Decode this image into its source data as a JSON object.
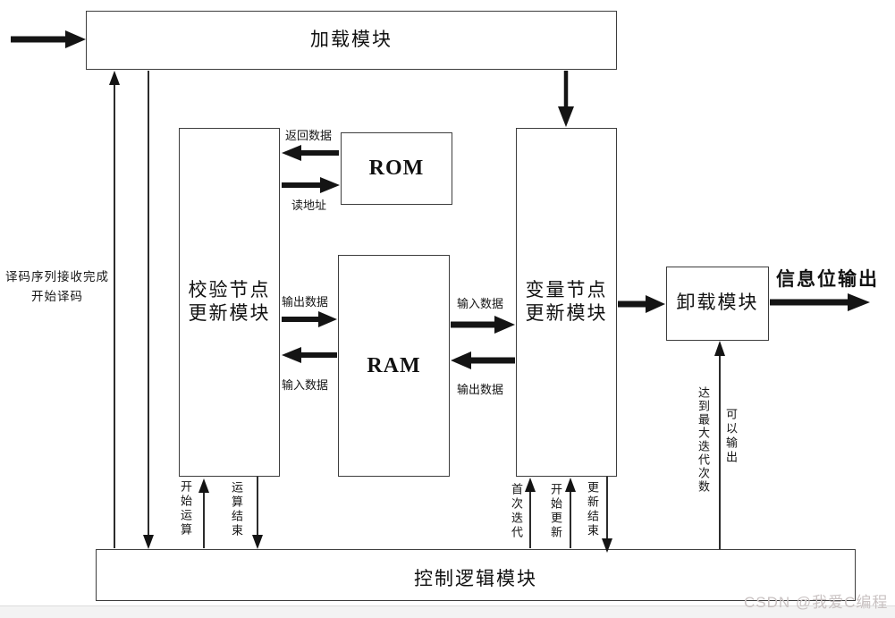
{
  "diagram": {
    "modules": {
      "load": "加载模块",
      "check_line1": "校验节点",
      "check_line2": "更新模块",
      "rom": "ROM",
      "ram": "RAM",
      "variable_line1": "变量节点",
      "variable_line2": "更新模块",
      "unload": "卸载模块",
      "control": "控制逻辑模块"
    },
    "labels": {
      "input_note_line1": "译码序列接收完成",
      "input_note_line2": "开始译码",
      "rom_return_data": "返回数据",
      "rom_read_addr": "读地址",
      "ram_left_output": "输出数据",
      "ram_left_input": "输入数据",
      "ram_right_input": "输入数据",
      "ram_right_output": "输出数据",
      "info_bit_output": "信息位输出",
      "start_operation": "开始运算",
      "operation_end": "运算结束",
      "first_iteration": "首次迭代",
      "start_update": "开始更新",
      "update_end": "更新结束",
      "max_iteration": "达到最大迭代次数",
      "can_output": "可以输出"
    },
    "watermark": "CSDN @我爱C编程",
    "colors": {
      "line": "#141414",
      "watermark_text": "#c9c2c2",
      "bottom_strip": "#f3f3f3"
    }
  }
}
